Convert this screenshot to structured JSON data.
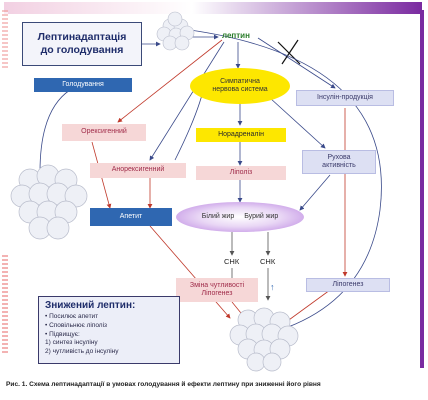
{
  "title": [
    "Лептинадаптація",
    "до голодування"
  ],
  "leptin": "лептин",
  "nodes": {
    "starvation": "Голодування",
    "sympathetic": [
      "Симпатична",
      "нервова система"
    ],
    "insulin_production": "Інсулін-продукція",
    "orexigenic": "Орексигенний",
    "noradrenaline": "Норадреналін",
    "motor_activity": [
      "Рухова",
      "активність"
    ],
    "anorexigenic": "Анорексигенний",
    "lipolysis": "Ліполіз",
    "appetite": "Апетит",
    "white_fat": "Білий жир",
    "brown_fat": "Бурий жир",
    "sensitivity_change": [
      "Зміна чутливості",
      "Ліпогенез"
    ],
    "lipogenesis": "Ліпогенез",
    "cnk_1": "СНК",
    "cnk_2": "СНК",
    "arrow_up": "↑"
  },
  "summary": {
    "title": "Знижений лептин:",
    "lines": [
      "• Посилює апетит",
      "• Сповільнює ліполіз",
      "• Підвищує:",
      "1) синтез інсуліну",
      "2) чутливість до інсуліну"
    ]
  },
  "caption": "Рис. 1. Схема лептинадаптації в умовах голодування й ефекти лептину при зниженні його рівня",
  "colors": {
    "navy": "#1f2d6a",
    "blue_box": "#2f67b1",
    "pink_box": "#f6d7d7",
    "red_arrow": "#c0392b",
    "yellow": "#fde700",
    "lilac": "#dde0f3",
    "purple_edge": "#7a2aa0",
    "green_text": "#2b7d2b"
  }
}
